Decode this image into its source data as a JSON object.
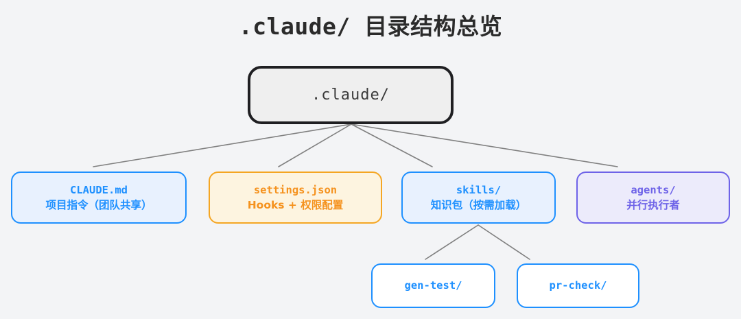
{
  "title": ".claude/  目录结构总览",
  "colors": {
    "background": "#f3f4f6",
    "root_border": "#1f1f22",
    "root_fill": "#efefef",
    "blue": "#1e90ff",
    "blue_fill": "#e8f1fe",
    "orange": "#f5a623",
    "orange_fill": "#fdf4e0",
    "purple": "#6e63e8",
    "purple_fill": "#ecebfb",
    "leaf_fill": "#ffffff",
    "edge": "#808080"
  },
  "root": {
    "label": ".claude/"
  },
  "children": [
    {
      "id": "claude-md",
      "line1": "CLAUDE.md",
      "line2": "项目指令（团队共享）",
      "color": "blue"
    },
    {
      "id": "settings-json",
      "line1": "settings.json",
      "line2": "Hooks + 权限配置",
      "color": "orange"
    },
    {
      "id": "skills",
      "line1": "skills/",
      "line2": "知识包（按需加载）",
      "color": "blue"
    },
    {
      "id": "agents",
      "line1": "agents/",
      "line2": "并行执行者",
      "color": "purple"
    }
  ],
  "leaves": [
    {
      "id": "gen-test",
      "line1": "gen-test/",
      "color": "blue"
    },
    {
      "id": "pr-check",
      "line1": "pr-check/",
      "color": "blue"
    }
  ]
}
